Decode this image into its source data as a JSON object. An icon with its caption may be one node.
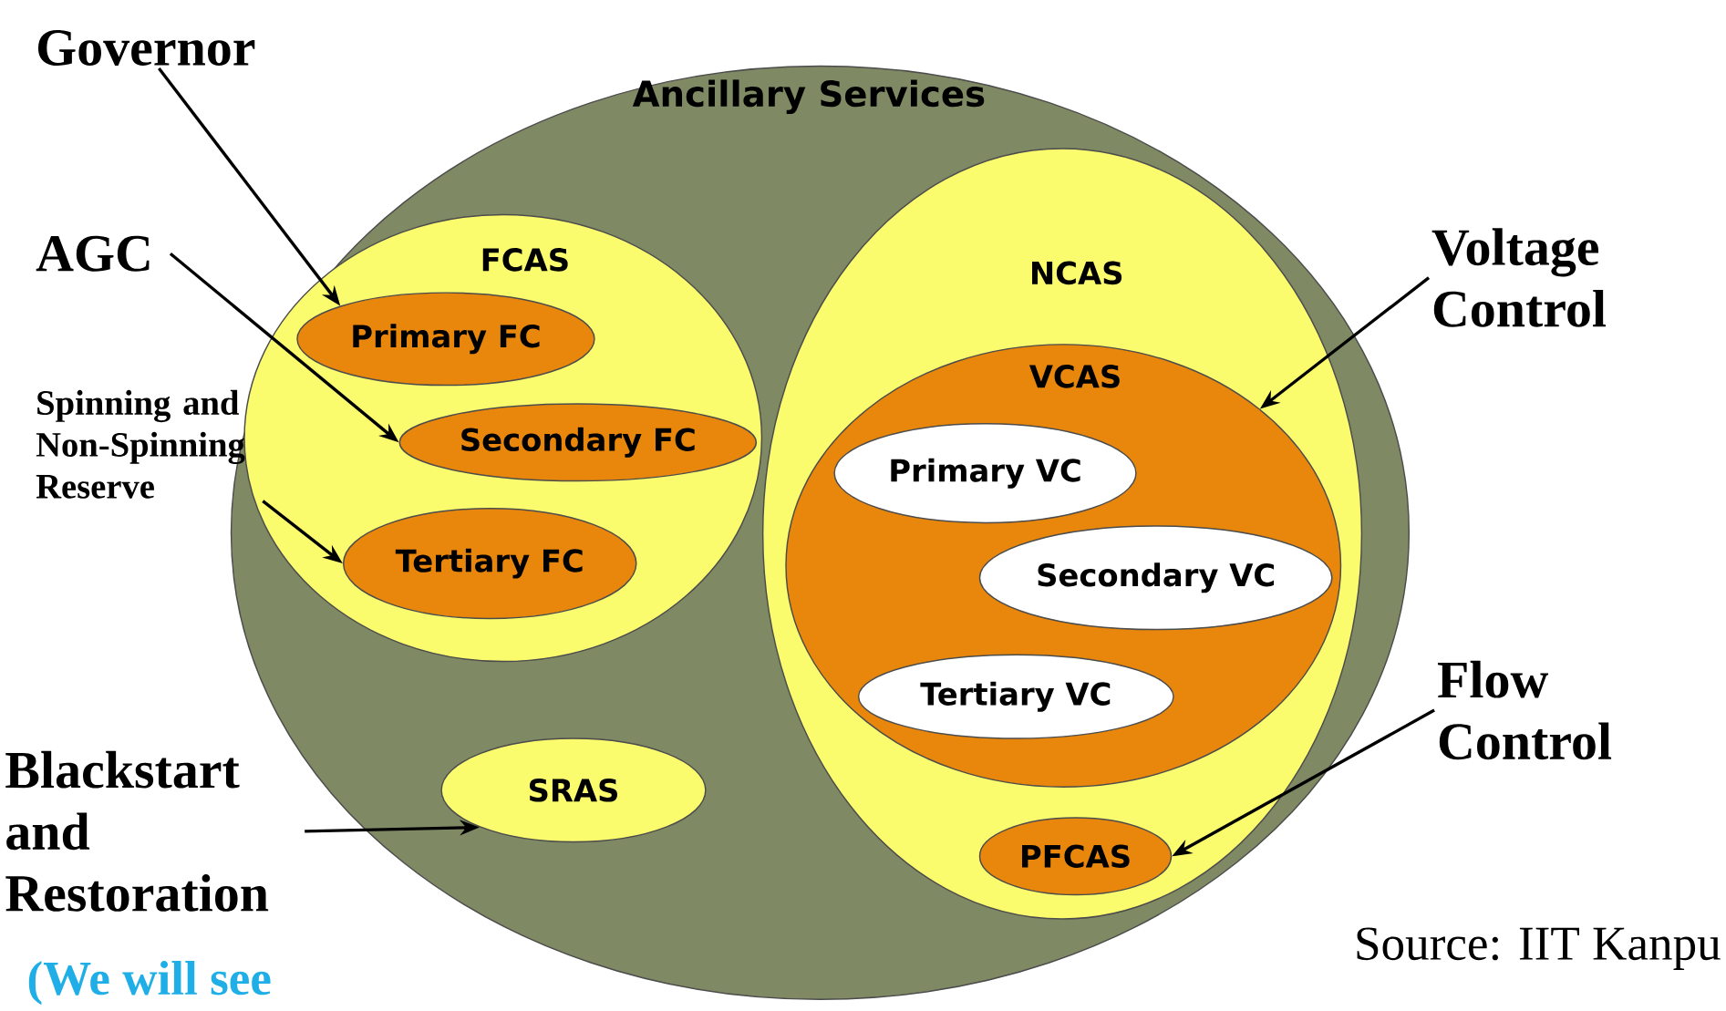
{
  "diagram": {
    "nodes": [
      {
        "text": [
          "Ancillary Services"
        ]
      },
      {
        "text": [
          "FCAS"
        ],
        "in": 0
      },
      {
        "text": [
          "Primary FC"
        ],
        "in": 1
      },
      {
        "text": [
          "Secondary FC"
        ],
        "in": 1
      },
      {
        "text": [
          "Tertiary FC"
        ],
        "in": 1
      },
      {
        "text": [
          "NCAS"
        ],
        "in": 0
      },
      {
        "text": [
          "VCAS"
        ],
        "in": 5
      },
      {
        "text": [
          "Primary VC"
        ],
        "in": 6
      },
      {
        "text": [
          "Secondary VC"
        ],
        "in": 6
      },
      {
        "text": [
          "Tertiary VC"
        ],
        "in": 6
      },
      {
        "text": [
          "PFCAS"
        ],
        "in": 5
      },
      {
        "text": [
          "SRAS"
        ],
        "in": 0
      },
      {
        "text": [
          "Governor"
        ]
      },
      {
        "text": [
          "AGC"
        ]
      },
      {
        "text": [
          "Spinning and Non-Spinning Reserve"
        ]
      },
      {
        "text": [
          "Voltage Control"
        ]
      },
      {
        "text": [
          "Flow Control"
        ]
      },
      {
        "text": [
          "Blackstart and Restoration"
        ]
      }
    ],
    "edges": [
      {
        "from": 12,
        "to": 2,
        "arrow": "to"
      },
      {
        "from": 13,
        "to": 3,
        "arrow": "to"
      },
      {
        "from": 14,
        "to": 4,
        "arrow": "to"
      },
      {
        "from": 15,
        "to": 6,
        "arrow": "to"
      },
      {
        "from": 16,
        "to": 10,
        "arrow": "to"
      },
      {
        "from": 17,
        "to": 11,
        "arrow": "to"
      }
    ],
    "labels": [
      "Source: IIT Kanpu",
      "(We will see"
    ]
  }
}
